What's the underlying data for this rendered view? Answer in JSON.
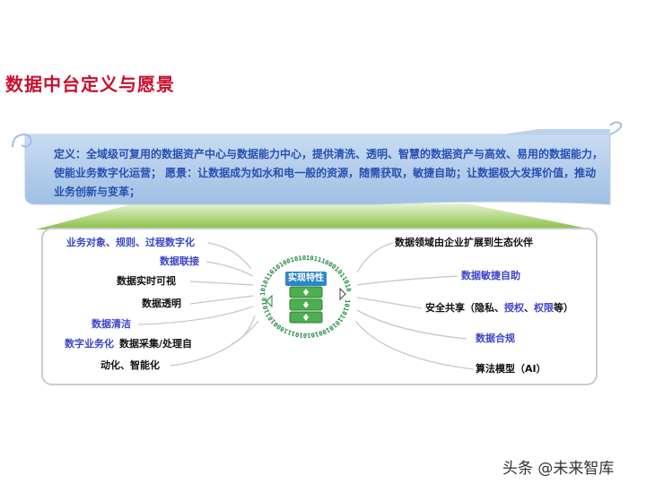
{
  "title": "数据中台定义与愿景",
  "definition": {
    "line1": "定义：全域级可复用的数据资产中心与数据能力中心，提供清洗、透明、智慧的数据资产与高效、易用的数据能力，",
    "line2": "使能业务数字化运营；  愿景：让数据成为如水和电一般的资源，随需获取，敏捷自助；让数据极大发挥价值，推动",
    "line3": "业务创新与变革；"
  },
  "center": {
    "label": "实现特性",
    "binary_text": "1010110101001010101110001011010"
  },
  "left_items": [
    {
      "text": "业务对象、规则、过程数字化",
      "color": "blue"
    },
    {
      "text": "数据联接",
      "color": "blue"
    },
    {
      "text": "数据实时可视",
      "color": "black"
    },
    {
      "text": "数据透明",
      "color": "black"
    },
    {
      "text": "数据清洁",
      "color": "blue"
    },
    {
      "text_blue": "数字业务化",
      "text_black": "数据采集/处理自"
    },
    {
      "text": "动化、智能化",
      "color": "black"
    }
  ],
  "right_items": [
    {
      "text": "数据领域由企业扩展到生态伙伴",
      "color": "black"
    },
    {
      "text": "数据敏捷自助",
      "color": "blue"
    },
    {
      "parts": [
        "安全共享（隐私、",
        "授权",
        "、",
        "权限",
        "等）"
      ]
    },
    {
      "text": "数据合规",
      "color": "blue"
    },
    {
      "text": "算法模型（AI）",
      "color": "black"
    }
  ],
  "colors": {
    "title": "#c8102e",
    "banner": "#a8c4e6",
    "trapezoid": "#8cc63f",
    "blue_text": "#3c46c8",
    "db_green": "#4caf50"
  },
  "watermark": "头条 @未来智库"
}
